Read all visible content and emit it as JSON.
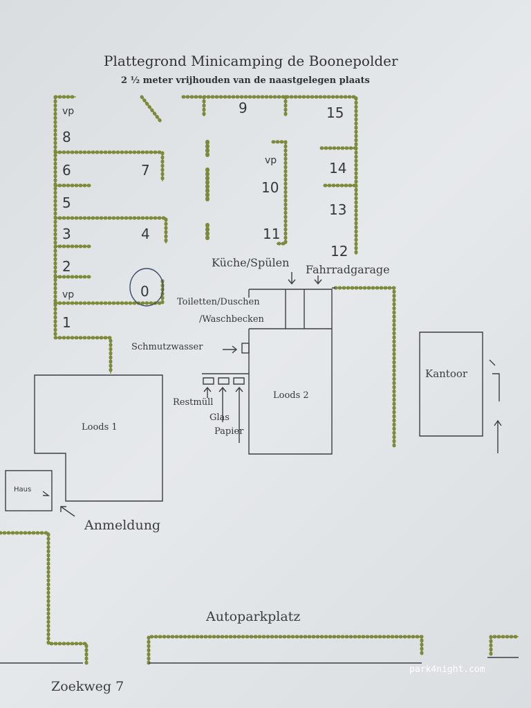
{
  "title": "Plattegrond Minicamping de Boonepolder",
  "subtitle": "2 ½ meter vrijhouden van de naastgelegen plaats",
  "pitches": [
    "vp",
    "8",
    "6",
    "7",
    "5",
    "3",
    "4",
    "2",
    "vp",
    "0",
    "1",
    "9",
    "15",
    "vp",
    "10",
    "14",
    "13",
    "11",
    "12"
  ],
  "facilities": {
    "kitchen": "Küche/Spülen",
    "bikes": "Fahrradgarage",
    "toilets1": "Toiletten/Duschen",
    "toilets2": "/Waschbecken",
    "greywater": "Schmutzwasser",
    "rest": "Restmüll",
    "glass": "Glas",
    "paper": "Papier",
    "shed2": "Loods 2",
    "shed1": "Loods 1",
    "office": "Kantoor",
    "house": "Haus",
    "registration": "Anmeldung",
    "parking": "Autoparkplatz",
    "street": "Zoekweg 7"
  },
  "watermark": "park4night.com",
  "colors": {
    "hedge": "#7d8a3c",
    "ink": "#34363c"
  }
}
